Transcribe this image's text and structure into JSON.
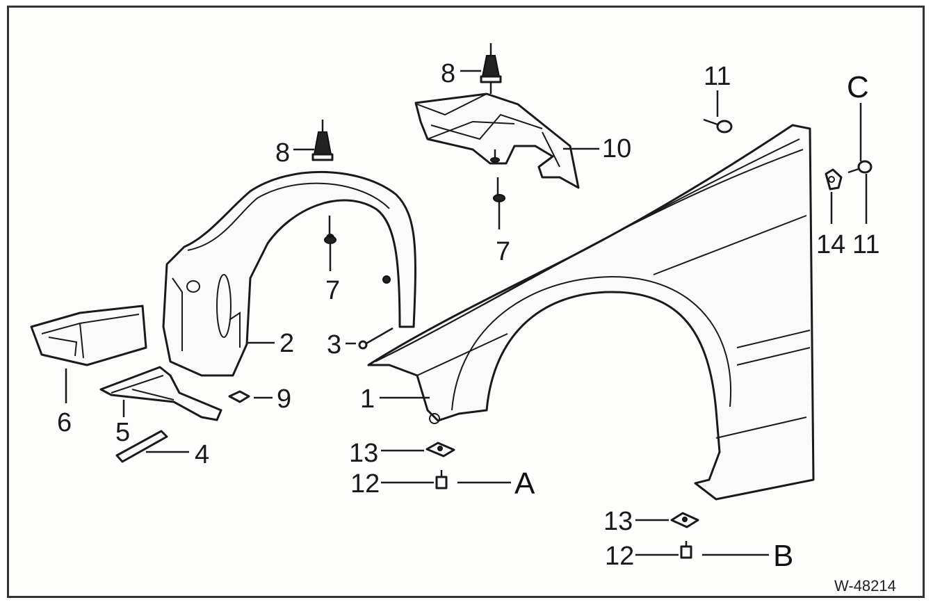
{
  "diagram": {
    "figure_code": "W-48214",
    "callouts": {
      "c1": "1",
      "c2": "2",
      "c3": "3",
      "c4": "4",
      "c5": "5",
      "c6": "6",
      "c7a": "7",
      "c7b": "7",
      "c8a": "8",
      "c8b": "8",
      "c9": "9",
      "c10": "10",
      "c11a": "11",
      "c11b": "11",
      "c12a": "12",
      "c12b": "12",
      "c13a": "13",
      "c13b": "13",
      "c14": "14"
    },
    "letters": {
      "a": "A",
      "b": "B",
      "c": "C"
    }
  }
}
